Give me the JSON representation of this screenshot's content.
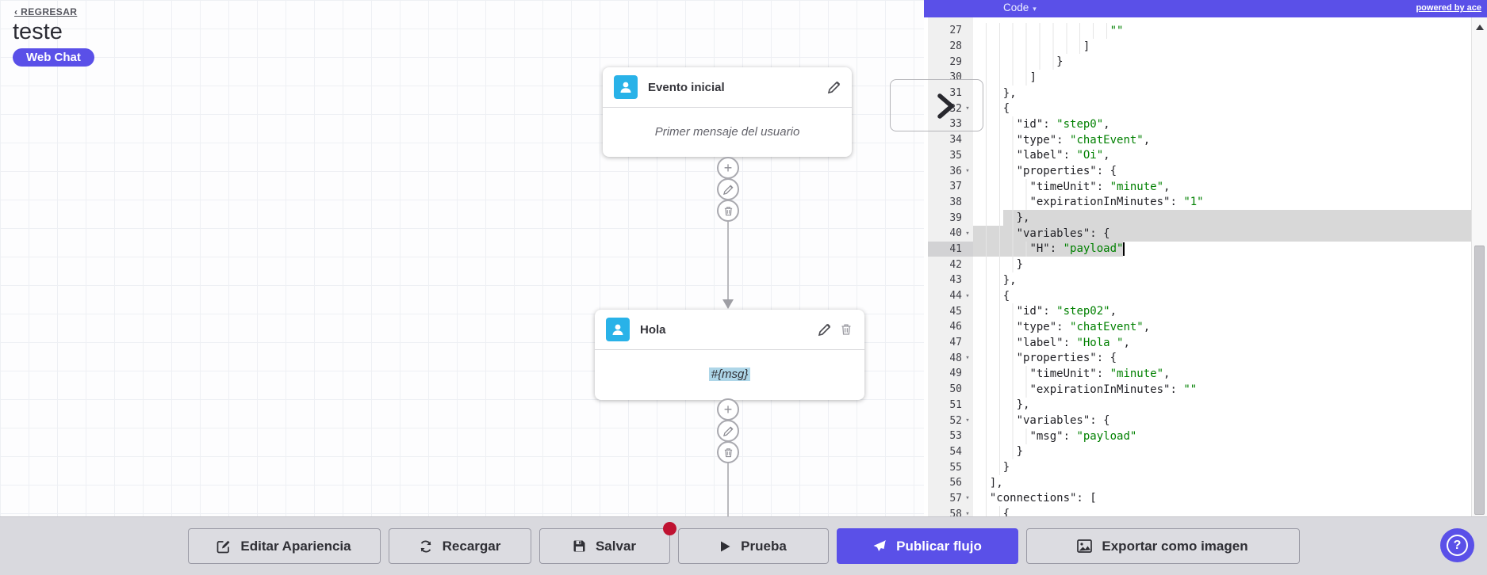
{
  "colors": {
    "accent": "#5a50e8",
    "nodeIcon": "#29b2e8",
    "codeString": "#008000",
    "selection": "#d8d8d8",
    "redDot": "#bf1231"
  },
  "header": {
    "back": "‹ REGRESAR",
    "title": "teste",
    "badge": "Web Chat"
  },
  "codePanel": {
    "title": "Code",
    "caret": "▾",
    "powered": "powered by ace"
  },
  "nodes": [
    {
      "title": "Evento inicial",
      "body": "Primer mensaje del usuario"
    },
    {
      "title": "Hola",
      "body": "#{msg}"
    }
  ],
  "toolbar": {
    "buttons": [
      {
        "label": "Editar Apariencia"
      },
      {
        "label": "Recargar"
      },
      {
        "label": "Salvar"
      },
      {
        "label": "Prueba"
      },
      {
        "label": "Publicar flujo"
      },
      {
        "label": "Exportar como imagen"
      }
    ]
  },
  "help": {
    "label": "?"
  },
  "editor": {
    "activeLine": 41,
    "selection": {
      "startLine": 39,
      "startCol": 4,
      "endLine": 41,
      "endCol": 22
    },
    "cursor": {
      "line": 41,
      "col": 22
    },
    "charWidth": 8.43,
    "textPad": 4,
    "lines": [
      {
        "n": 27,
        "i": 20,
        "s": [
          [
            "g",
            "\"\""
          ]
        ]
      },
      {
        "n": 28,
        "i": 16,
        "s": [
          [
            "d",
            "]"
          ]
        ]
      },
      {
        "n": 29,
        "i": 12,
        "s": [
          [
            "d",
            "}"
          ]
        ]
      },
      {
        "n": 30,
        "i": 8,
        "s": [
          [
            "d",
            "]"
          ]
        ]
      },
      {
        "n": 31,
        "i": 4,
        "s": [
          [
            "d",
            "},"
          ]
        ]
      },
      {
        "n": 32,
        "i": 4,
        "f": true,
        "s": [
          [
            "d",
            "{"
          ]
        ]
      },
      {
        "n": 33,
        "i": 6,
        "s": [
          [
            "d",
            "\"id\": "
          ],
          [
            "g",
            "\"step0\""
          ],
          [
            "d",
            ","
          ]
        ]
      },
      {
        "n": 34,
        "i": 6,
        "s": [
          [
            "d",
            "\"type\": "
          ],
          [
            "g",
            "\"chatEvent\""
          ],
          [
            "d",
            ","
          ]
        ]
      },
      {
        "n": 35,
        "i": 6,
        "s": [
          [
            "d",
            "\"label\": "
          ],
          [
            "g",
            "\"Oi\""
          ],
          [
            "d",
            ","
          ]
        ]
      },
      {
        "n": 36,
        "i": 6,
        "f": true,
        "s": [
          [
            "d",
            "\"properties\": {"
          ]
        ]
      },
      {
        "n": 37,
        "i": 8,
        "s": [
          [
            "d",
            "\"timeUnit\": "
          ],
          [
            "g",
            "\"minute\""
          ],
          [
            "d",
            ","
          ]
        ]
      },
      {
        "n": 38,
        "i": 8,
        "s": [
          [
            "d",
            "\"expirationInMinutes\": "
          ],
          [
            "g",
            "\"1\""
          ]
        ]
      },
      {
        "n": 39,
        "i": 6,
        "s": [
          [
            "d",
            "},"
          ]
        ]
      },
      {
        "n": 40,
        "i": 6,
        "f": true,
        "s": [
          [
            "d",
            "\"variables\": {"
          ]
        ]
      },
      {
        "n": 41,
        "i": 8,
        "s": [
          [
            "d",
            "\"H\": "
          ],
          [
            "g",
            "\"payload\""
          ]
        ]
      },
      {
        "n": 42,
        "i": 6,
        "s": [
          [
            "d",
            "}"
          ]
        ]
      },
      {
        "n": 43,
        "i": 4,
        "s": [
          [
            "d",
            "},"
          ]
        ]
      },
      {
        "n": 44,
        "i": 4,
        "f": true,
        "s": [
          [
            "d",
            "{"
          ]
        ]
      },
      {
        "n": 45,
        "i": 6,
        "s": [
          [
            "d",
            "\"id\": "
          ],
          [
            "g",
            "\"step02\""
          ],
          [
            "d",
            ","
          ]
        ]
      },
      {
        "n": 46,
        "i": 6,
        "s": [
          [
            "d",
            "\"type\": "
          ],
          [
            "g",
            "\"chatEvent\""
          ],
          [
            "d",
            ","
          ]
        ]
      },
      {
        "n": 47,
        "i": 6,
        "s": [
          [
            "d",
            "\"label\": "
          ],
          [
            "g",
            "\"Hola \""
          ],
          [
            "d",
            ","
          ]
        ]
      },
      {
        "n": 48,
        "i": 6,
        "f": true,
        "s": [
          [
            "d",
            "\"properties\": {"
          ]
        ]
      },
      {
        "n": 49,
        "i": 8,
        "s": [
          [
            "d",
            "\"timeUnit\": "
          ],
          [
            "g",
            "\"minute\""
          ],
          [
            "d",
            ","
          ]
        ]
      },
      {
        "n": 50,
        "i": 8,
        "s": [
          [
            "d",
            "\"expirationInMinutes\": "
          ],
          [
            "g",
            "\"\""
          ]
        ]
      },
      {
        "n": 51,
        "i": 6,
        "s": [
          [
            "d",
            "},"
          ]
        ]
      },
      {
        "n": 52,
        "i": 6,
        "f": true,
        "s": [
          [
            "d",
            "\"variables\": {"
          ]
        ]
      },
      {
        "n": 53,
        "i": 8,
        "s": [
          [
            "d",
            "\"msg\": "
          ],
          [
            "g",
            "\"payload\""
          ]
        ]
      },
      {
        "n": 54,
        "i": 6,
        "s": [
          [
            "d",
            "}"
          ]
        ]
      },
      {
        "n": 55,
        "i": 4,
        "s": [
          [
            "d",
            "}"
          ]
        ]
      },
      {
        "n": 56,
        "i": 2,
        "s": [
          [
            "d",
            "],"
          ]
        ]
      },
      {
        "n": 57,
        "i": 2,
        "f": true,
        "s": [
          [
            "d",
            "\"connections\": ["
          ]
        ]
      },
      {
        "n": 58,
        "i": 4,
        "f": true,
        "s": [
          [
            "d",
            "{"
          ]
        ]
      }
    ]
  }
}
